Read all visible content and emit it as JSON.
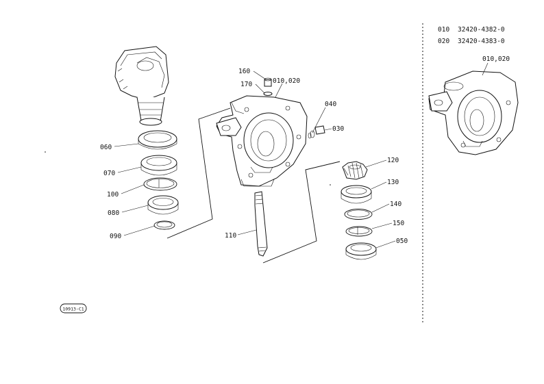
{
  "part_table": {
    "rows": [
      {
        "ref": "010",
        "part_no": "32420-4382-0"
      },
      {
        "ref": "020",
        "part_no": "32420-4383-0"
      }
    ]
  },
  "labels": {
    "l160": "160",
    "l170": "170",
    "l010_020": "010,020",
    "l040": "040",
    "l030": "030",
    "l060": "060",
    "l070": "070",
    "l100": "100",
    "l080": "080",
    "l090": "090",
    "l110": "110",
    "l120": "120",
    "l130": "130",
    "l140": "140",
    "l150": "150",
    "l050": "050",
    "l010_020_detail": "010,020"
  },
  "page_code": "10913-C1"
}
